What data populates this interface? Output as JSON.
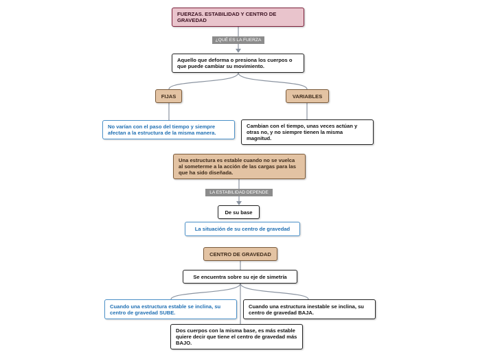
{
  "nodes": {
    "title": "FUERZAS. ESTABILIDAD Y CENTRO DE GRAVEDAD",
    "definition": "Aquello que deforma o presiona los cuerpos o que puede cambiar su movimiento.",
    "fijas": "FIJAS",
    "variables": "VARIABLES",
    "fijas_desc": "No varían con el paso del tiempo y siempre afectan a la estructura de la misma manera.",
    "variables_desc": "Cambian con el tiempo, unas veces actúan y otras no, y no siempre tienen la misma magnitud.",
    "estable": "Una estructura es estable cuando no se vuelca al someterme a la acción de las cargas para las que ha sido diseñada.",
    "base": "De su base",
    "centro_situacion": "La situación de su centro de gravedad",
    "centro_gravedad": "CENTRO DE GRAVEDAD",
    "eje": "Se encuentra sobre su eje de simetría",
    "estable_inclina": "Cuando una estructura estable se inclina, su centro de gravedad SUBE.",
    "inestable_inclina": "Cuando una estructura inestable se inclina, su centro de gravedad BAJA.",
    "dos_cuerpos": "Dos cuerpos con la misma base, es más estable quiere decir que tiene el centro de gravedad más BAJO."
  },
  "tags": {
    "que_es": "¿QUÉ ES LA FUERZA",
    "depende": "LA ESTABILIDAD DEPENDE"
  },
  "colors": {
    "connector": "#8a93a0",
    "title_fill": "#e9c4cc",
    "tan_fill": "#e3c3a3",
    "blue_text": "#1f6fb3"
  }
}
